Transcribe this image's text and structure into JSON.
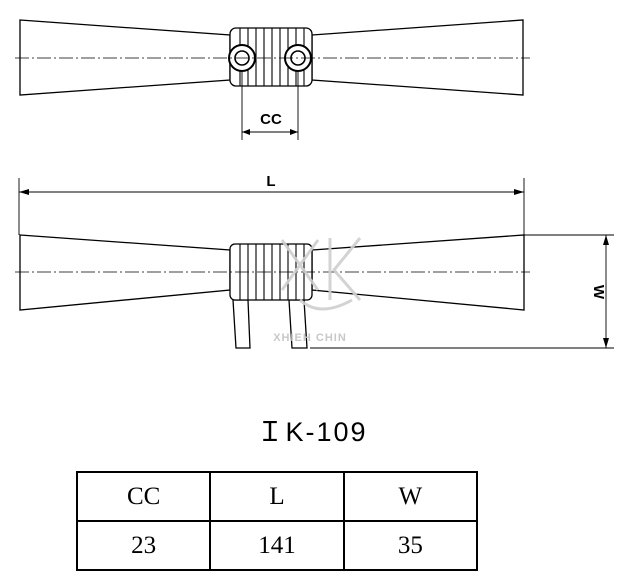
{
  "drawing": {
    "dimension_labels": {
      "cc": "CC",
      "length": "L",
      "width": "W"
    },
    "watermark": "XHIEH CHIN",
    "watermark_logo_icon": "xk-logo-icon"
  },
  "model": {
    "title": "ＩK-109"
  },
  "spec_table": {
    "headers": [
      "CC",
      "L",
      "W"
    ],
    "values": [
      "23",
      "141",
      "35"
    ]
  }
}
